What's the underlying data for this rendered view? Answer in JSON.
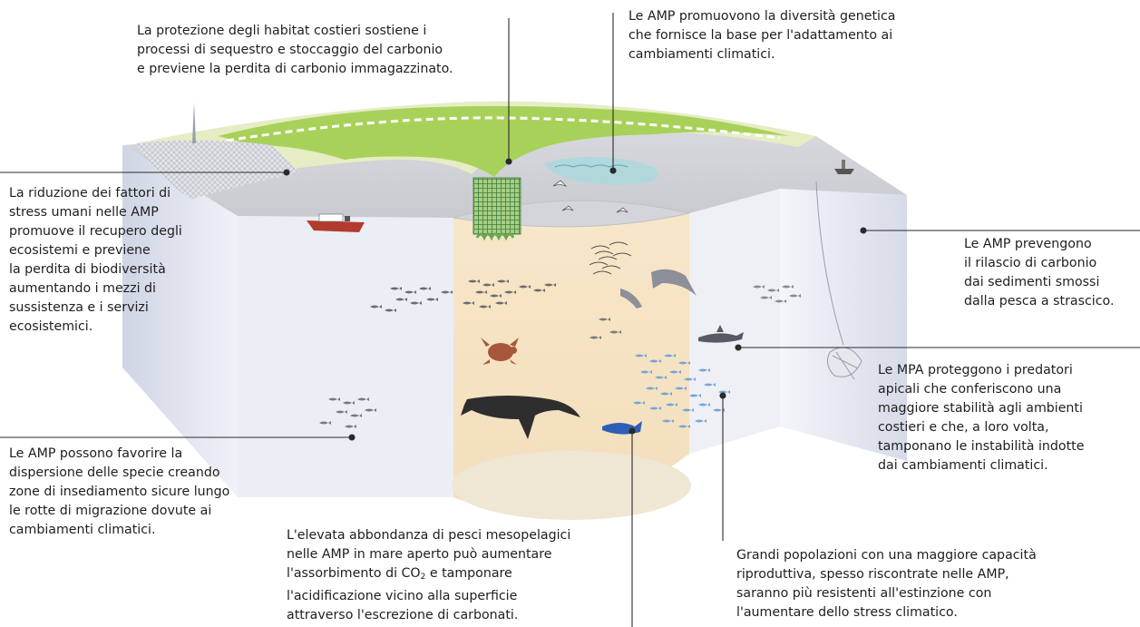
{
  "captions": {
    "habitat": "La protezione degli habitat costieri sostiene i\nprocessi di sequestro e stoccaggio del carbonio\ne previene la perdita di carbonio immagazzinato.",
    "genetic": "Le AMP promuovono la diversità genetica\nche fornisce la base per l'adattamento ai\ncambiamenti climatici.",
    "stress": "La riduzione dei fattori di\nstress umani nelle AMP\npromuove il recupero degli\necosistemi e previene\nla perdita di biodiversità\naumentando i mezzi di\nsussistenza e i servizi\necosistemici.",
    "trawling": "Le AMP prevengono\nil rilascio di carbonio\ndai sedimenti smossi\ndalla pesca a strascico.",
    "predators": "Le MPA proteggono i predatori\napicali che conferiscono una\nmaggiore stabilità agli ambienti\ncostieri e che, a loro volta,\ntamponano le instabilità indotte\ndai cambiamenti climatici.",
    "dispersal": "Le AMP possono favorire la\ndispersione delle specie creando\nzone di insediamento sicure lungo\nle rotte di migrazione dovute ai\ncambiamenti climatici.",
    "mesopelagic_before": "L'elevata abbondanza di pesci mesopelagici\nnelle AMP in mare aperto può aumentare\nl'assorbimento di CO",
    "mesopelagic_sub": "2",
    "mesopelagic_after": " e tamponare\nl'acidificazione vicino alla superficie\nattraverso l'escrezione di carbonati.",
    "reproductive": "Grandi popolazioni con una maggiore capacità\nriproduttiva, spesso riscontrate nelle AMP,\nsaranno più resistenti all'estinzione con\nl'aumentare dello stress climatico."
  },
  "colors": {
    "land_green": "#a8d15a",
    "land_light": "#e6edc4",
    "sea_surface": "#d2d3d8",
    "water_beige": "#f6e4c6",
    "wall_blue": "#dfe3ee",
    "seafloor": "#ece4d4",
    "fish_gray": "#6c6c6c",
    "fish_blue": "#78a5d4",
    "whale": "#2e2e2e",
    "dolphin": "#8d8f99",
    "turtle": "#a8583a",
    "ship_red": "#b23a2e",
    "leader_line": "#2a2a2a"
  },
  "icons": [
    "city-icon",
    "mangrove-icon",
    "seagrass-icon",
    "ship-icon",
    "boat-icon",
    "seabird-icon",
    "fish-school-icon",
    "dolphin-icon",
    "shark-icon",
    "sea-turtle-icon",
    "whale-icon",
    "tuna-icon",
    "trawl-net-icon"
  ]
}
